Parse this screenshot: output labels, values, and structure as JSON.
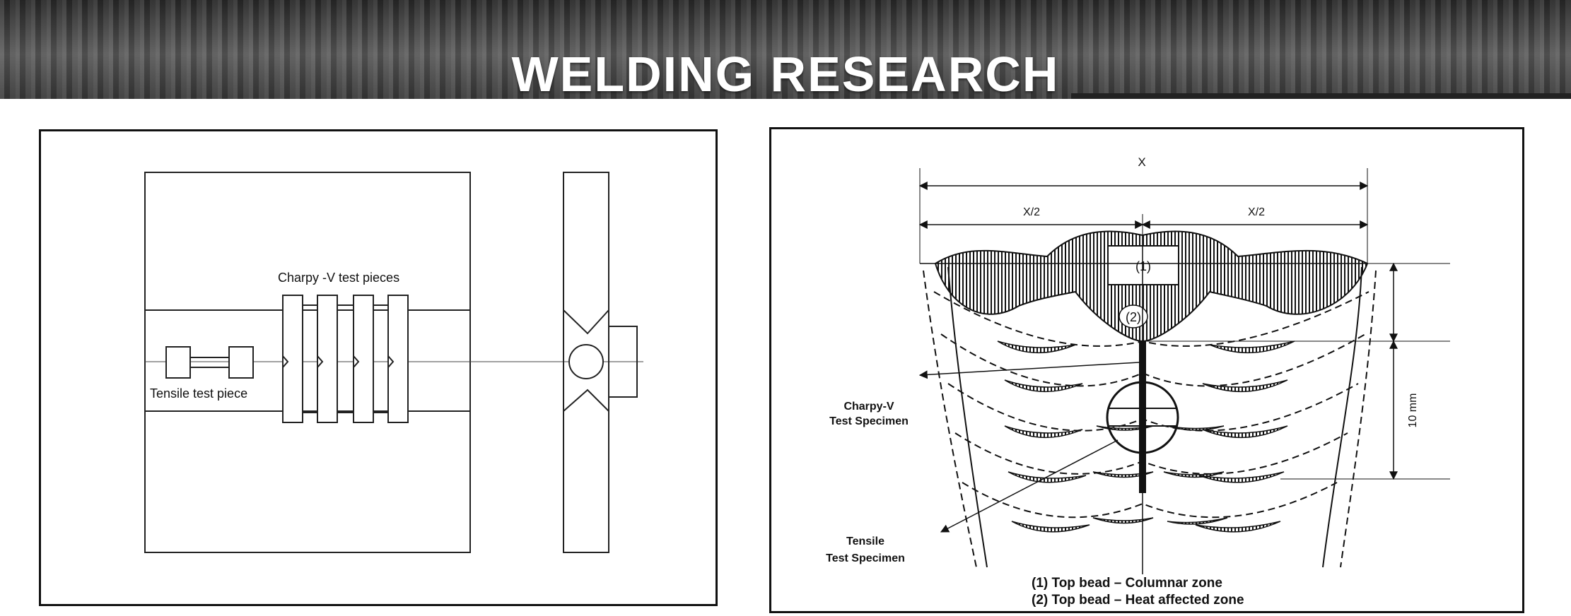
{
  "header": {
    "title": "WELDING RESEARCH"
  },
  "left_figure": {
    "charpy_label": "Charpy -V  test pieces",
    "tensile_label": "Tensile test piece"
  },
  "right_figure": {
    "width_label": "X",
    "half_left_label": "X/2",
    "half_right_label": "X/2",
    "zone1_label": "(1)",
    "zone2_label": "(2)",
    "depth_label": "10 mm",
    "charpy_line1": "Charpy-V",
    "charpy_line2": "Test Specimen",
    "tensile_line1": "Tensile",
    "tensile_line2": "Test Specimen",
    "legend_1": "(1) Top bead – Columnar zone",
    "legend_2": "(2) Top bead – Heat affected zone"
  }
}
